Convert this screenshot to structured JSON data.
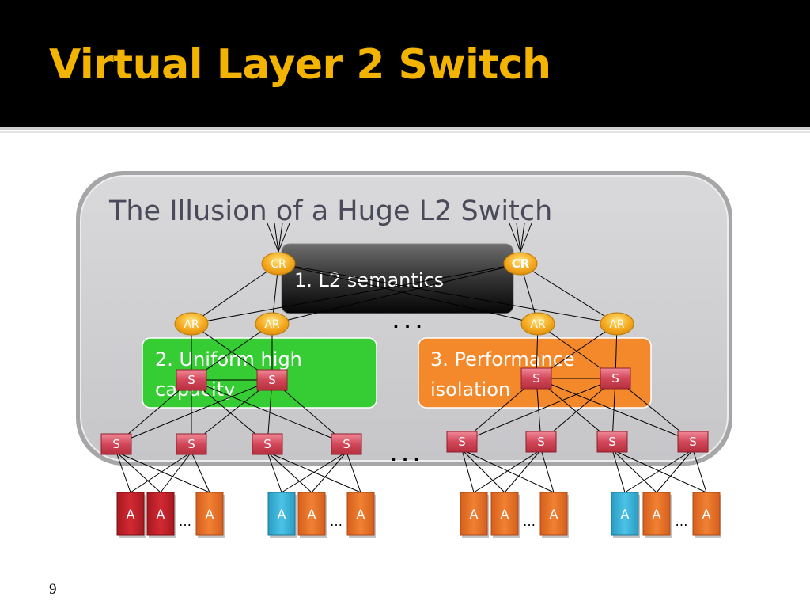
{
  "slide": {
    "title": "Virtual Layer 2 Switch",
    "page_number": "9"
  },
  "diagram": {
    "illusion_title": "The Illusion of a Huge L2 Switch",
    "box_l2": "1. L2 semantics",
    "box_uniform_line1": "2. Uniform high",
    "box_uniform_line2": "capacity",
    "box_perf_line1": "3. Performance",
    "box_perf_line2": "isolation",
    "cr_label": "CR",
    "ar_label": "AR",
    "switch_label": "S",
    "app_label": "A",
    "ellipsis_wide": ". . .",
    "ellipsis_small": "…",
    "colors": {
      "panel_fill": "#d4d4d6",
      "cr_ar_fill": "#f4a81d",
      "switch_fill": "#d2475a",
      "green_box": "#36cc33",
      "orange_box": "#f3892a",
      "app_red": "#c0212a",
      "app_orange": "#e9722a",
      "app_blue": "#3ab3d8"
    },
    "app_groups": [
      [
        "red",
        "red",
        "orange"
      ],
      [
        "blue",
        "orange",
        "orange"
      ],
      [
        "orange",
        "orange",
        "orange"
      ],
      [
        "blue",
        "orange",
        "orange"
      ]
    ]
  }
}
